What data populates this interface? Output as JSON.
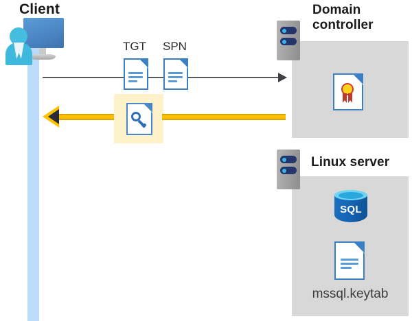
{
  "diagram": {
    "title": "Kerberos authentication flow between client, domain controller and Linux server",
    "colors": {
      "panel_gray": "#d8d8d8",
      "lifeline_blue": "#bcdbfb",
      "arrow_yellow": "#ffc000",
      "arrow_gray": "#5a5a5a",
      "highlight_yellow": "#fdf2ca",
      "doc_blue": "#3b7fc4",
      "sql_blue": "#1565b5",
      "server_navy": "#23356b"
    }
  },
  "client": {
    "label": "Client",
    "icon_name": "user-workstation-icon"
  },
  "request": {
    "arrow_name": "request-arrow-right",
    "documents": [
      {
        "caption": "TGT",
        "icon_name": "document-icon"
      },
      {
        "caption": "SPN",
        "icon_name": "document-icon"
      }
    ]
  },
  "response": {
    "arrow_name": "response-arrow-left",
    "highlight": {
      "icon_name": "key-document-icon",
      "highlighted": true
    }
  },
  "domain_controller": {
    "label_line1": "Domain",
    "label_line2": "controller",
    "server_icon_name": "server-icon",
    "contents": [
      {
        "icon_name": "certificate-document-icon"
      }
    ]
  },
  "linux_server": {
    "label": "Linux server",
    "server_icon_name": "server-icon",
    "contents": [
      {
        "icon_name": "sql-database-icon",
        "text": "SQL"
      },
      {
        "icon_name": "document-icon",
        "caption": "mssql.keytab"
      }
    ]
  }
}
